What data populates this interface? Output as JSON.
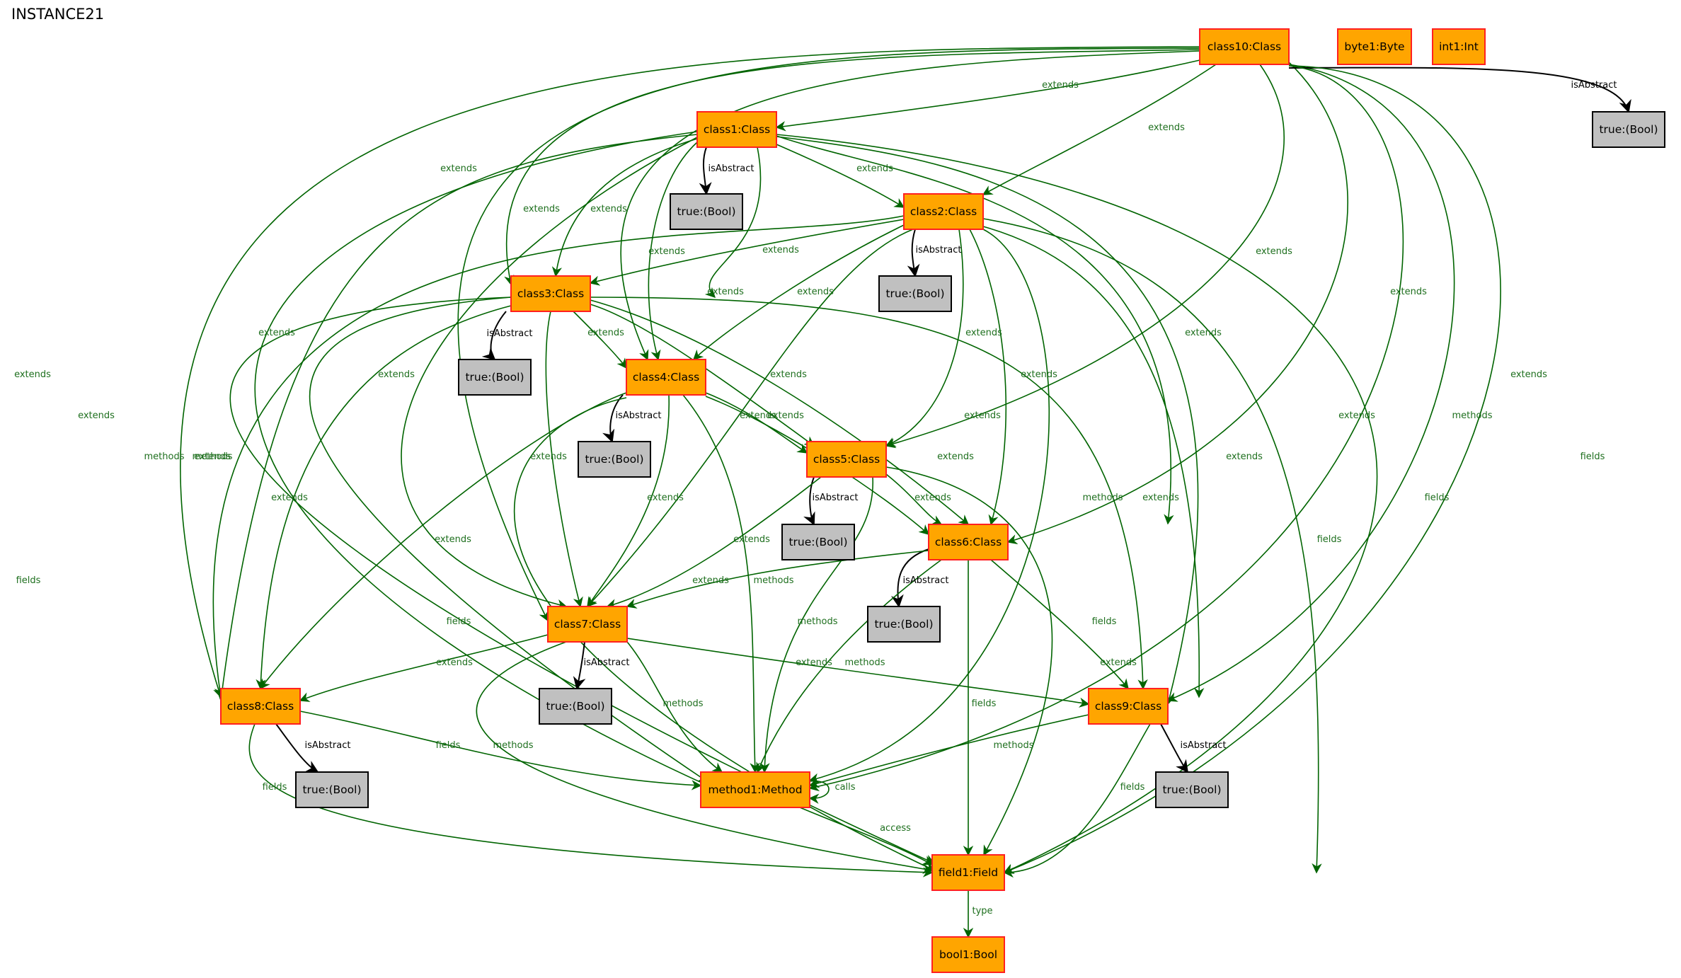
{
  "title": "INSTANCE21",
  "colors": {
    "object_fill": "#FFA500",
    "object_border": "#FF2020",
    "value_fill": "#C0C0C0",
    "value_border": "#000000",
    "edge_green": "#006400",
    "edge_black": "#000000",
    "label_green": "#1E6F1E",
    "label_black": "#000000"
  },
  "nodes": [
    {
      "id": "class10",
      "label": "class10:Class",
      "kind": "object"
    },
    {
      "id": "byte1",
      "label": "byte1:Byte",
      "kind": "object"
    },
    {
      "id": "int1",
      "label": "int1:Int",
      "kind": "object"
    },
    {
      "id": "bool_c10",
      "label": "true:(Bool)",
      "kind": "value"
    },
    {
      "id": "class1",
      "label": "class1:Class",
      "kind": "object"
    },
    {
      "id": "bool_c1",
      "label": "true:(Bool)",
      "kind": "value"
    },
    {
      "id": "class2",
      "label": "class2:Class",
      "kind": "object"
    },
    {
      "id": "bool_c2",
      "label": "true:(Bool)",
      "kind": "value"
    },
    {
      "id": "class3",
      "label": "class3:Class",
      "kind": "object"
    },
    {
      "id": "bool_c3",
      "label": "true:(Bool)",
      "kind": "value"
    },
    {
      "id": "class4",
      "label": "class4:Class",
      "kind": "object"
    },
    {
      "id": "bool_c4",
      "label": "true:(Bool)",
      "kind": "value"
    },
    {
      "id": "class5",
      "label": "class5:Class",
      "kind": "object"
    },
    {
      "id": "bool_c5",
      "label": "true:(Bool)",
      "kind": "value"
    },
    {
      "id": "class6",
      "label": "class6:Class",
      "kind": "object"
    },
    {
      "id": "bool_c6",
      "label": "true:(Bool)",
      "kind": "value"
    },
    {
      "id": "class7",
      "label": "class7:Class",
      "kind": "object"
    },
    {
      "id": "bool_c7",
      "label": "true:(Bool)",
      "kind": "value"
    },
    {
      "id": "class8",
      "label": "class8:Class",
      "kind": "object"
    },
    {
      "id": "bool_c8",
      "label": "true:(Bool)",
      "kind": "value"
    },
    {
      "id": "class9",
      "label": "class9:Class",
      "kind": "object"
    },
    {
      "id": "bool_c9",
      "label": "true:(Bool)",
      "kind": "value"
    },
    {
      "id": "method1",
      "label": "method1:Method",
      "kind": "object"
    },
    {
      "id": "field1",
      "label": "field1:Field",
      "kind": "object"
    },
    {
      "id": "bool1",
      "label": "bool1:Bool",
      "kind": "object"
    }
  ],
  "edges": [
    {
      "from": "class10",
      "to": "class1",
      "label": "extends"
    },
    {
      "from": "class10",
      "to": "class2",
      "label": "extends"
    },
    {
      "from": "class10",
      "to": "class3",
      "label": "extends"
    },
    {
      "from": "class10",
      "to": "class4",
      "label": "extends"
    },
    {
      "from": "class10",
      "to": "class5",
      "label": "extends"
    },
    {
      "from": "class10",
      "to": "class6",
      "label": "extends"
    },
    {
      "from": "class10",
      "to": "class7",
      "label": "extends"
    },
    {
      "from": "class10",
      "to": "class8",
      "label": "extends"
    },
    {
      "from": "class10",
      "to": "class9",
      "label": "extends"
    },
    {
      "from": "class10",
      "to": "bool_c10",
      "label": "isAbstract"
    },
    {
      "from": "class10",
      "to": "method1",
      "label": "methods"
    },
    {
      "from": "class10",
      "to": "field1",
      "label": "fields"
    },
    {
      "from": "class1",
      "to": "bool_c1",
      "label": "isAbstract"
    },
    {
      "from": "class1",
      "to": "class2",
      "label": "extends"
    },
    {
      "from": "class1",
      "to": "class3",
      "label": "extends"
    },
    {
      "from": "class1",
      "to": "class4",
      "label": "extends"
    },
    {
      "from": "class1",
      "to": "class5",
      "label": "extends"
    },
    {
      "from": "class1",
      "to": "class6",
      "label": "extends"
    },
    {
      "from": "class1",
      "to": "class7",
      "label": "extends"
    },
    {
      "from": "class1",
      "to": "class8",
      "label": "extends"
    },
    {
      "from": "class1",
      "to": "class9",
      "label": "extends"
    },
    {
      "from": "class1",
      "to": "method1",
      "label": "methods"
    },
    {
      "from": "class1",
      "to": "field1",
      "label": "fields"
    },
    {
      "from": "class2",
      "to": "bool_c2",
      "label": "isAbstract"
    },
    {
      "from": "class2",
      "to": "class3",
      "label": "extends"
    },
    {
      "from": "class2",
      "to": "class4",
      "label": "extends"
    },
    {
      "from": "class2",
      "to": "class5",
      "label": "extends"
    },
    {
      "from": "class2",
      "to": "class6",
      "label": "extends"
    },
    {
      "from": "class2",
      "to": "class7",
      "label": "extends"
    },
    {
      "from": "class2",
      "to": "class8",
      "label": "extends"
    },
    {
      "from": "class2",
      "to": "class9",
      "label": "extends"
    },
    {
      "from": "class2",
      "to": "method1",
      "label": "methods"
    },
    {
      "from": "class2",
      "to": "field1",
      "label": "fields"
    },
    {
      "from": "class3",
      "to": "bool_c3",
      "label": "isAbstract"
    },
    {
      "from": "class3",
      "to": "class4",
      "label": "extends"
    },
    {
      "from": "class3",
      "to": "class5",
      "label": "extends"
    },
    {
      "from": "class3",
      "to": "class6",
      "label": "extends"
    },
    {
      "from": "class3",
      "to": "class7",
      "label": "extends"
    },
    {
      "from": "class3",
      "to": "class8",
      "label": "extends"
    },
    {
      "from": "class3",
      "to": "class9",
      "label": "extends"
    },
    {
      "from": "class3",
      "to": "method1",
      "label": "methods"
    },
    {
      "from": "class3",
      "to": "field1",
      "label": "fields"
    },
    {
      "from": "class4",
      "to": "bool_c4",
      "label": "isAbstract"
    },
    {
      "from": "class4",
      "to": "class5",
      "label": "extends"
    },
    {
      "from": "class4",
      "to": "class6",
      "label": "extends"
    },
    {
      "from": "class4",
      "to": "class7",
      "label": "extends"
    },
    {
      "from": "class4",
      "to": "class8",
      "label": "extends"
    },
    {
      "from": "class4",
      "to": "method1",
      "label": "methods"
    },
    {
      "from": "class4",
      "to": "field1",
      "label": "fields"
    },
    {
      "from": "class5",
      "to": "bool_c5",
      "label": "isAbstract"
    },
    {
      "from": "class5",
      "to": "class6",
      "label": "extends"
    },
    {
      "from": "class5",
      "to": "class7",
      "label": "extends"
    },
    {
      "from": "class5",
      "to": "method1",
      "label": "methods"
    },
    {
      "from": "class5",
      "to": "field1",
      "label": "fields"
    },
    {
      "from": "class6",
      "to": "bool_c6",
      "label": "isAbstract"
    },
    {
      "from": "class6",
      "to": "class7",
      "label": "extends"
    },
    {
      "from": "class6",
      "to": "class9",
      "label": "extends"
    },
    {
      "from": "class6",
      "to": "method1",
      "label": "methods"
    },
    {
      "from": "class6",
      "to": "field1",
      "label": "fields"
    },
    {
      "from": "class7",
      "to": "bool_c7",
      "label": "isAbstract"
    },
    {
      "from": "class7",
      "to": "class8",
      "label": "extends"
    },
    {
      "from": "class7",
      "to": "class9",
      "label": "extends"
    },
    {
      "from": "class7",
      "to": "method1",
      "label": "methods"
    },
    {
      "from": "class7",
      "to": "field1",
      "label": "fields"
    },
    {
      "from": "class8",
      "to": "bool_c8",
      "label": "isAbstract"
    },
    {
      "from": "class8",
      "to": "method1",
      "label": "methods"
    },
    {
      "from": "class8",
      "to": "field1",
      "label": "fields"
    },
    {
      "from": "class9",
      "to": "bool_c9",
      "label": "isAbstract"
    },
    {
      "from": "class9",
      "to": "method1",
      "label": "methods"
    },
    {
      "from": "class9",
      "to": "field1",
      "label": "fields"
    },
    {
      "from": "method1",
      "to": "method1",
      "label": "calls"
    },
    {
      "from": "method1",
      "to": "field1",
      "label": "access"
    },
    {
      "from": "field1",
      "to": "bool1",
      "label": "type"
    }
  ]
}
